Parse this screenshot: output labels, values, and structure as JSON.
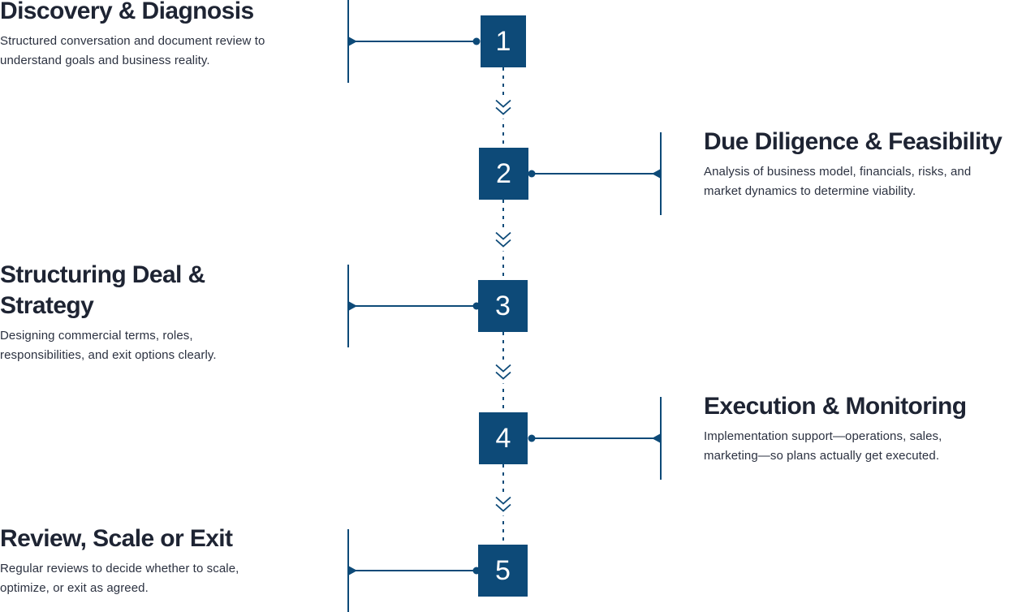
{
  "colors": {
    "accent": "#0d4a78",
    "title": "#1e2433",
    "text": "#2b3140"
  },
  "steps": [
    {
      "number": "1",
      "title": "Discovery & Diagnosis",
      "description": "Structured conversation and document review to understand goals and business reality.",
      "side": "left"
    },
    {
      "number": "2",
      "title": "Due Diligence & Feasibility",
      "description": "Analysis of business model, financials, risks, and market dynamics to determine viability.",
      "side": "right"
    },
    {
      "number": "3",
      "title": "Structuring Deal & Strategy",
      "description": "Designing commercial terms, roles, responsibilities, and exit options clearly.",
      "side": "left"
    },
    {
      "number": "4",
      "title": "Execution & Monitoring",
      "description": "Implementation support—operations, sales, marketing—so plans actually get executed.",
      "side": "right"
    },
    {
      "number": "5",
      "title": "Review, Scale or Exit",
      "description": "Regular reviews to decide whether to scale, optimize, or exit as agreed.",
      "side": "left"
    }
  ],
  "connector_icon": "double-chevron-down-icon"
}
